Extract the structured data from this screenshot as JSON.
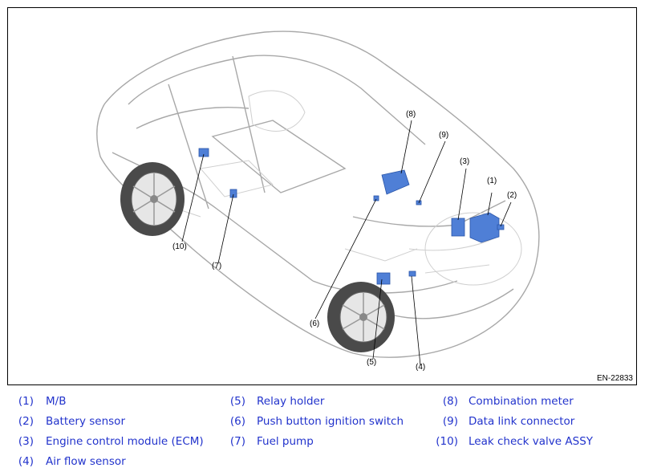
{
  "figure": {
    "id_label": "EN-22833",
    "callouts": [
      "(1)",
      "(2)",
      "(3)",
      "(4)",
      "(5)",
      "(6)",
      "(7)",
      "(8)",
      "(9)",
      "(10)"
    ],
    "colors": {
      "component": "#4f7fd6",
      "car_line": "#9a9a9a",
      "tire": "#3c3c3c",
      "leader": "#000000"
    }
  },
  "legend": {
    "items": [
      {
        "num": "(1)",
        "label": "M/B"
      },
      {
        "num": "(2)",
        "label": "Battery sensor"
      },
      {
        "num": "(3)",
        "label": "Engine control module (ECM)"
      },
      {
        "num": "(4)",
        "label": "Air flow sensor"
      },
      {
        "num": "(5)",
        "label": "Relay holder"
      },
      {
        "num": "(6)",
        "label": "Push button ignition switch"
      },
      {
        "num": "(7)",
        "label": "Fuel pump"
      },
      {
        "num": "(8)",
        "label": "Combination meter"
      },
      {
        "num": "(9)",
        "label": "Data link connector"
      },
      {
        "num": "(10)",
        "label": "Leak check valve ASSY"
      }
    ],
    "color": "#2233cc"
  }
}
